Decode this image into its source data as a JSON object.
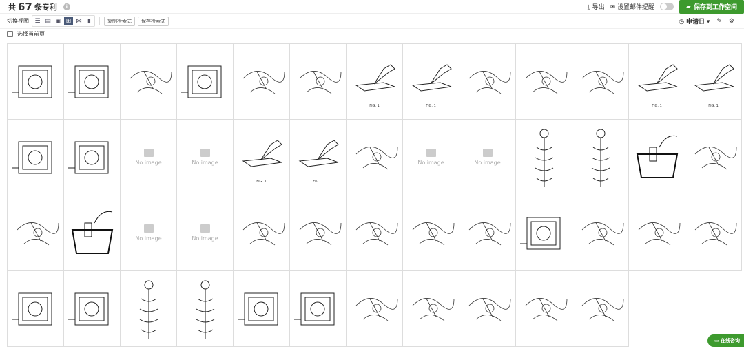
{
  "header": {
    "prefix": "共",
    "count": "67",
    "suffix": "条专利",
    "export": "导出",
    "email_alert": "设置邮件提醒",
    "save_workspace": "保存到工作空间"
  },
  "toolbar": {
    "switch_view": "切换视图",
    "copy_query": "复制检索式",
    "save_query": "保存检索式",
    "sort": "申请日"
  },
  "select_page": "选择当前页",
  "no_image": "No image",
  "chat": "在线咨询",
  "colors": {
    "accent": "#3d9a2e",
    "view_active": "#4a5a78"
  },
  "items": [
    {
      "k": "box"
    },
    {
      "k": "box"
    },
    {
      "k": "gen"
    },
    {
      "k": "box"
    },
    {
      "k": "gen"
    },
    {
      "k": "gen"
    },
    {
      "k": "pen",
      "cap": "FIG. 1"
    },
    {
      "k": "pen",
      "cap": "FIG. 1"
    },
    {
      "k": "gen"
    },
    {
      "k": "gen"
    },
    {
      "k": "gen"
    },
    {
      "k": "pen",
      "cap": "FIG. 1"
    },
    {
      "k": "pen",
      "cap": "FIG. 1"
    },
    {
      "k": "box"
    },
    {
      "k": "box"
    },
    {
      "k": "none"
    },
    {
      "k": "none"
    },
    {
      "k": "pen",
      "cap": "FIG. 1"
    },
    {
      "k": "pen",
      "cap": "FIG. 1"
    },
    {
      "k": "gen"
    },
    {
      "k": "none"
    },
    {
      "k": "none"
    },
    {
      "k": "spiral"
    },
    {
      "k": "spiral"
    },
    {
      "k": "bowl"
    },
    {
      "k": "gen"
    },
    {
      "k": "gen"
    },
    {
      "k": "bowl"
    },
    {
      "k": "none"
    },
    {
      "k": "none"
    },
    {
      "k": "gen"
    },
    {
      "k": "gen"
    },
    {
      "k": "gen"
    },
    {
      "k": "gen"
    },
    {
      "k": "gen"
    },
    {
      "k": "box"
    },
    {
      "k": "gen"
    },
    {
      "k": "gen"
    },
    {
      "k": "gen"
    },
    {
      "k": "box"
    },
    {
      "k": "box"
    },
    {
      "k": "spiral"
    },
    {
      "k": "spiral"
    },
    {
      "k": "box"
    },
    {
      "k": "box"
    },
    {
      "k": "gen"
    },
    {
      "k": "gen"
    },
    {
      "k": "gen"
    },
    {
      "k": "gen"
    },
    {
      "k": "gen"
    }
  ]
}
